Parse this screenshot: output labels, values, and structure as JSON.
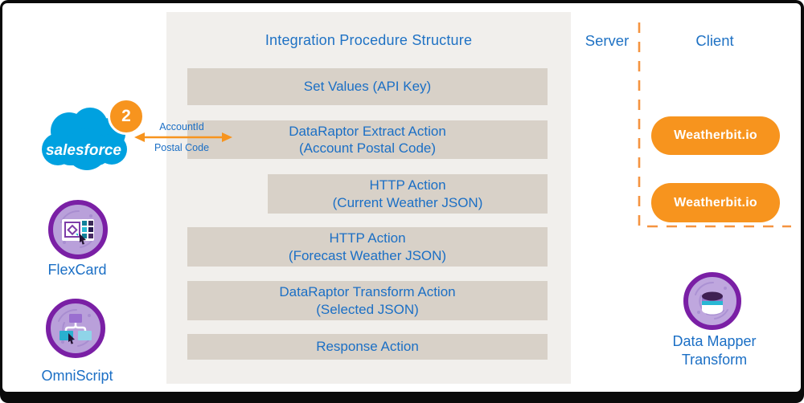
{
  "colors": {
    "accent_orange": "#F7941E",
    "text_blue": "#1B6FC5",
    "panel_bg": "#F1EFEC",
    "step_bar_bg": "#D8D1C8",
    "salesforce_blue": "#00A1E0",
    "purple_ring": "#7A1FA5"
  },
  "salesforce": {
    "logo_text": "salesforce",
    "badge_count": "2"
  },
  "flow_arrow": {
    "top_label": "AccountId",
    "bottom_label": "Postal Code"
  },
  "left_items": {
    "flexcard_label": "FlexCard",
    "omniscript_label": "OmniScript"
  },
  "panel": {
    "title": "Integration Procedure Structure",
    "steps": [
      {
        "line1": "Set Values (API Key)",
        "line2": ""
      },
      {
        "line1": "DataRaptor Extract Action",
        "line2": "(Account Postal Code)"
      },
      {
        "line1": "HTTP Action",
        "line2": "(Current Weather JSON)"
      },
      {
        "line1": "HTTP Action",
        "line2": "(Forecast Weather JSON)"
      },
      {
        "line1": "DataRaptor Transform Action",
        "line2": "(Selected JSON)"
      },
      {
        "line1": "Response Action",
        "line2": ""
      }
    ]
  },
  "columns": {
    "server": "Server",
    "client": "Client"
  },
  "client_endpoints": [
    {
      "label": "Weatherbit.io"
    },
    {
      "label": "Weatherbit.io"
    }
  ],
  "data_mapper": {
    "label_line1": "Data Mapper",
    "label_line2": "Transform"
  }
}
